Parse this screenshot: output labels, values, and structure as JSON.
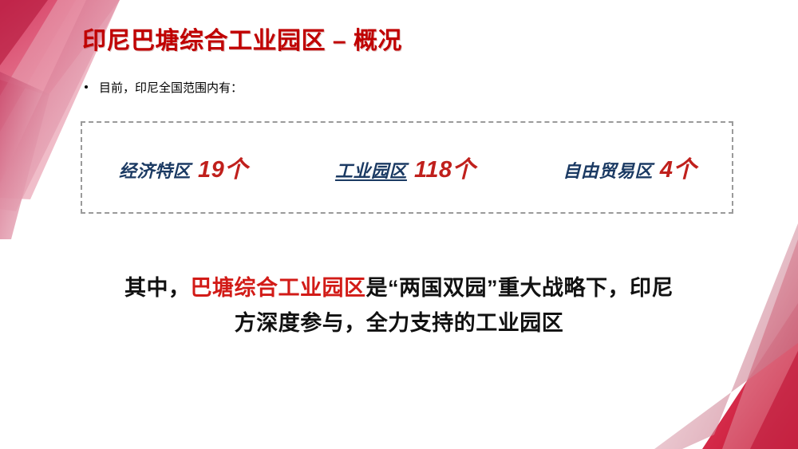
{
  "slide": {
    "title": "印尼巴塘综合工业园区 – 概况",
    "bullet": {
      "marker": "bullet-dot",
      "text": "目前，印尼全国范围内有："
    },
    "stats_box": {
      "border_style": "dashed",
      "border_color": "#9A9A9A",
      "items": [
        {
          "label": "经济特区",
          "value": "19个",
          "underlined": false
        },
        {
          "label": "工业园区",
          "value": "118个",
          "underlined": true
        },
        {
          "label": "自由贸易区",
          "value": "4个",
          "underlined": false
        }
      ]
    },
    "conclusion": {
      "line1_part1": "其中，",
      "line1_highlight": "巴塘综合工业园区",
      "line1_part2": "是“两国双园”重大战略下，印尼",
      "line2": "方深度参与，全力支持的工业园区"
    },
    "colors": {
      "title_red": "#C00000",
      "label_blue": "#1B3A63",
      "value_red": "#C0201C",
      "highlight_red": "#D21B17",
      "body_black": "#111111",
      "dash_gray": "#9A9A9A",
      "deco_crimson": "#D0213F",
      "deco_pink": "#E4849B",
      "deco_rose": "#C86C80",
      "background": "#FFFFFF"
    },
    "decorations": [
      {
        "name": "top-left-ribbon",
        "position": "top-left"
      },
      {
        "name": "bottom-right-ribbon",
        "position": "bottom-right"
      }
    ]
  }
}
